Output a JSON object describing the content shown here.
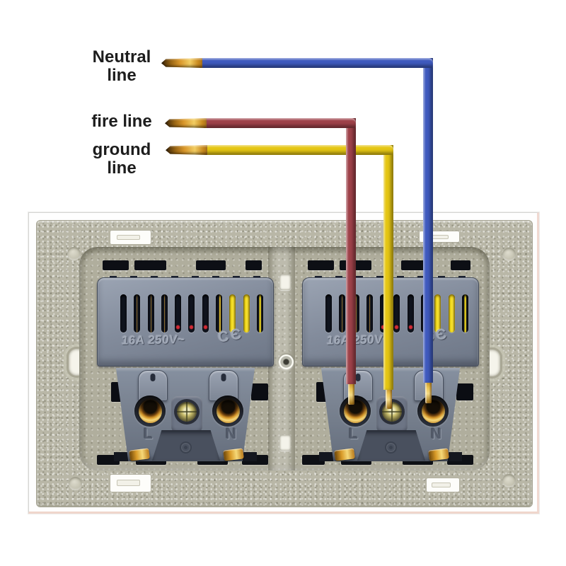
{
  "wire_labels": {
    "neutral": "Neutral line",
    "fire": "fire line",
    "ground": "ground line"
  },
  "wires": {
    "neutral_color": "#3f5abe",
    "fire_color": "#9e4149",
    "ground_color": "#e5c614",
    "copper_color": "#c8891e"
  },
  "socket": {
    "rating": "16A 250V~",
    "ce_mark": "CЄ",
    "terminals": {
      "live": "L",
      "neutral": "N"
    },
    "plate_color": "#b9b7a7",
    "module_color": "#828b9b"
  }
}
